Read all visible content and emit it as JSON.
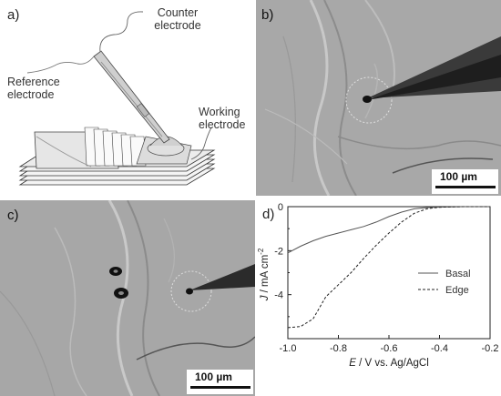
{
  "panels": {
    "a": {
      "label": "a)",
      "counter_line1": "Counter",
      "counter_line2": "electrode",
      "reference_line1": "Reference",
      "reference_line2": "electrode",
      "working_line1": "Working",
      "working_line2": "electrode"
    },
    "b": {
      "label": "b)",
      "scale_bar": "100 µm"
    },
    "c": {
      "label": "c)",
      "scale_bar": "100 µm"
    },
    "d": {
      "label": "d)"
    }
  },
  "chart_data": {
    "type": "line",
    "xlabel_italic": "E",
    "xlabel_rest": " / V vs. Ag/AgCl",
    "ylabel_italic": "J",
    "ylabel_rest": " / mA cm",
    "ylabel_sup": "-2",
    "xlim": [
      -1.0,
      -0.2
    ],
    "ylim": [
      -6.0,
      0.0
    ],
    "xticks": [
      -1.0,
      -0.8,
      -0.6,
      -0.4,
      -0.2
    ],
    "xtick_labels": [
      "-1.0",
      "-0.8",
      "-0.6",
      "-0.4",
      "-0.2"
    ],
    "yticks": [
      0,
      -2,
      -4
    ],
    "ytick_labels": [
      "0",
      "-2",
      "-4"
    ],
    "legend_position": "center-right",
    "series": [
      {
        "name": "Basal",
        "style": "solid",
        "color": "#555555",
        "x": [
          -1.0,
          -0.95,
          -0.9,
          -0.85,
          -0.8,
          -0.75,
          -0.7,
          -0.65,
          -0.6,
          -0.55,
          -0.5,
          -0.45,
          -0.4,
          -0.35,
          -0.3,
          -0.25,
          -0.2
        ],
        "y": [
          -2.1,
          -1.8,
          -1.55,
          -1.35,
          -1.2,
          -1.05,
          -0.9,
          -0.7,
          -0.45,
          -0.25,
          -0.1,
          -0.04,
          -0.02,
          -0.01,
          0.0,
          0.0,
          0.0
        ]
      },
      {
        "name": "Edge",
        "style": "dashed",
        "color": "#222222",
        "x": [
          -1.0,
          -0.95,
          -0.9,
          -0.85,
          -0.8,
          -0.75,
          -0.7,
          -0.65,
          -0.6,
          -0.55,
          -0.5,
          -0.45,
          -0.42,
          -0.4,
          -0.35,
          -0.3,
          -0.25,
          -0.2
        ],
        "y": [
          -5.5,
          -5.45,
          -5.1,
          -4.1,
          -3.55,
          -3.0,
          -2.35,
          -1.75,
          -1.2,
          -0.7,
          -0.3,
          -0.1,
          -0.05,
          -0.03,
          -0.01,
          0.0,
          0.0,
          0.0
        ]
      }
    ]
  }
}
